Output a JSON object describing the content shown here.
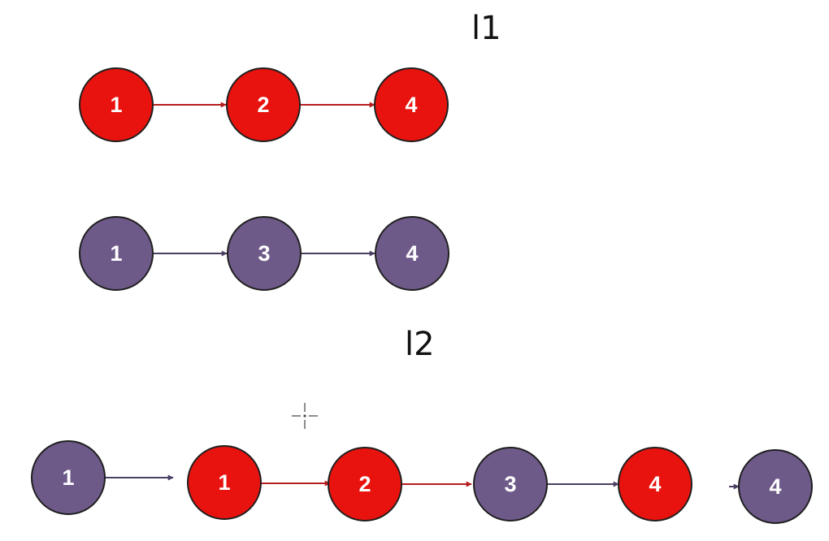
{
  "titles": {
    "l1": "l1",
    "l2": "l2"
  },
  "colors": {
    "red_node": "#e8130e",
    "purple_node": "#6e5a89",
    "node_border": "#1f1f1f",
    "red_arrow": "#b51d1d",
    "purple_arrow": "#4a3f63"
  },
  "lists": {
    "red": {
      "nodes": [
        {
          "label": "1",
          "color": "red"
        },
        {
          "label": "2",
          "color": "red"
        },
        {
          "label": "4",
          "color": "red"
        }
      ]
    },
    "purple": {
      "nodes": [
        {
          "label": "1",
          "color": "purple"
        },
        {
          "label": "3",
          "color": "purple"
        },
        {
          "label": "4",
          "color": "purple"
        }
      ]
    },
    "merged": {
      "nodes": [
        {
          "label": "1",
          "color": "purple"
        },
        {
          "label": "1",
          "color": "red"
        },
        {
          "label": "2",
          "color": "red"
        },
        {
          "label": "3",
          "color": "purple"
        },
        {
          "label": "4",
          "color": "red"
        },
        {
          "label": "4",
          "color": "purple"
        }
      ]
    }
  },
  "icons": {
    "cursor": "crosshair-cursor-icon"
  }
}
